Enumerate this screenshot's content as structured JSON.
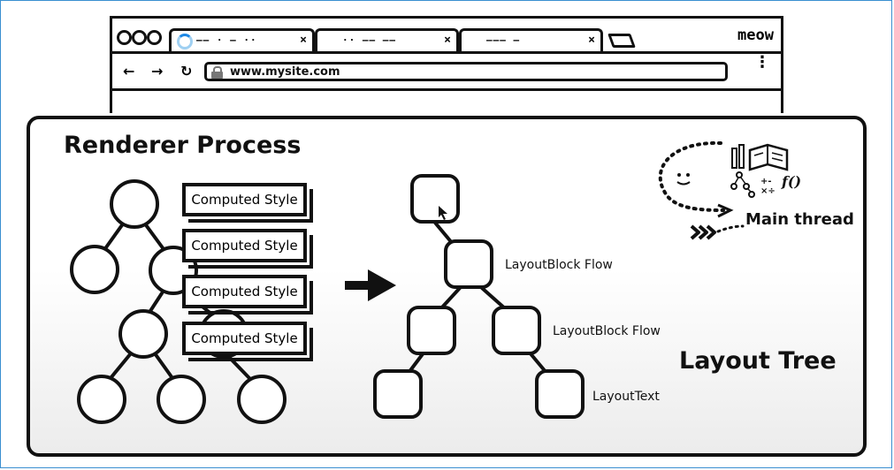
{
  "browser": {
    "window_label": "meow",
    "tabs": [
      {
        "title": "—— · — ··",
        "close": "×"
      },
      {
        "title": "·· —— ——",
        "close": "×"
      },
      {
        "title": "——— —",
        "close": "×"
      }
    ],
    "nav": {
      "back": "←",
      "forward": "→",
      "reload": "↻"
    },
    "address": "www.mysite.com",
    "menu": "⋮"
  },
  "renderer": {
    "title": "Renderer Process",
    "computed_styles": [
      "Computed Style",
      "Computed Style",
      "Computed Style",
      "Computed Style"
    ],
    "layout_labels": [
      "LayoutBlock Flow",
      "LayoutBlock Flow",
      "LayoutText"
    ],
    "layout_tree_title": "Layout Tree",
    "main_thread_label": "Main thread",
    "fx_label": "f()"
  }
}
